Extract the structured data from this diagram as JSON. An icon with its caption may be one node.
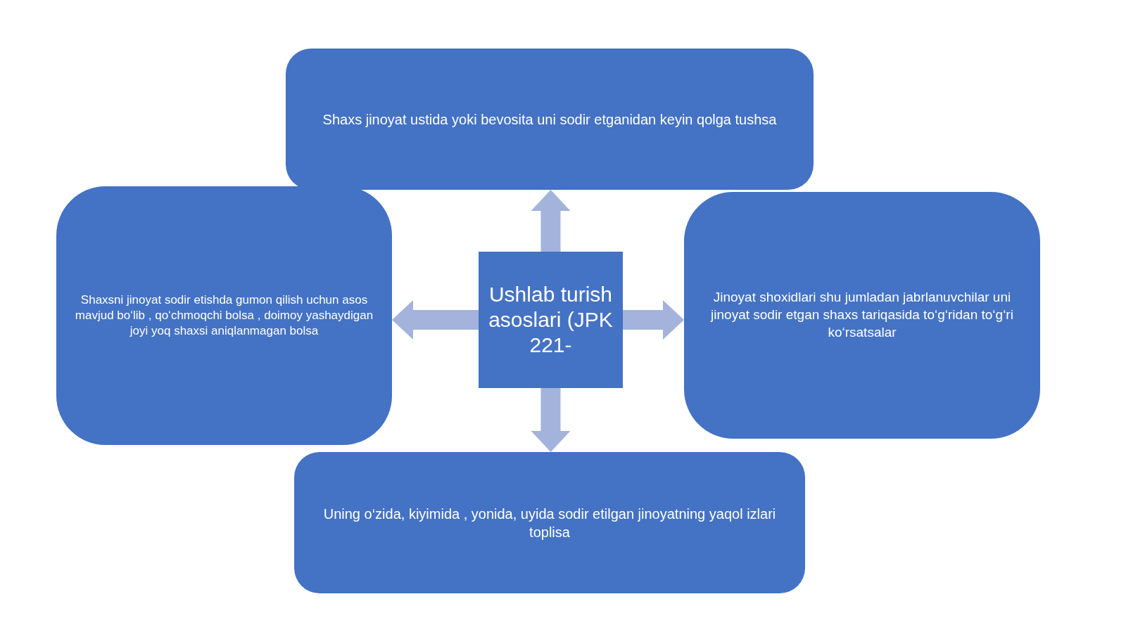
{
  "diagram": {
    "nodes": [
      {
        "text": [
          "Shaxs jinoyat ustida yoki bevosita uni sodir etganidan keyin qolga tushsa"
        ]
      },
      {
        "text": [
          "Shaxsni  jinoyat sodir etishda gumon qilish uchun asos mavjud bo‘lib , qo‘chmoqchi bolsa , doimoy yashaydigan joyi yoq shaxsi aniqlanmagan bolsa"
        ]
      },
      {
        "text": [
          "Ushlab turish asoslari (JPK 221-"
        ]
      },
      {
        "text": [
          "Jinoyat shoxidlari shu jumladan jabrlanuvchilar uni jinoyat sodir etgan shaxs tariqasida to‘g‘ridan to‘g‘ri ko‘rsatsalar"
        ]
      },
      {
        "text": [
          "Uning o‘zida, kiyimida , yonida, uyida sodir etilgan jinoyatning yaqol izlari toplisa"
        ]
      }
    ],
    "edges": [
      {
        "from": 2,
        "to": 0,
        "arrow": "to"
      },
      {
        "from": 2,
        "to": 1,
        "arrow": "to"
      },
      {
        "from": 2,
        "to": 3,
        "arrow": "to"
      },
      {
        "from": 2,
        "to": 4,
        "arrow": "to"
      }
    ]
  }
}
